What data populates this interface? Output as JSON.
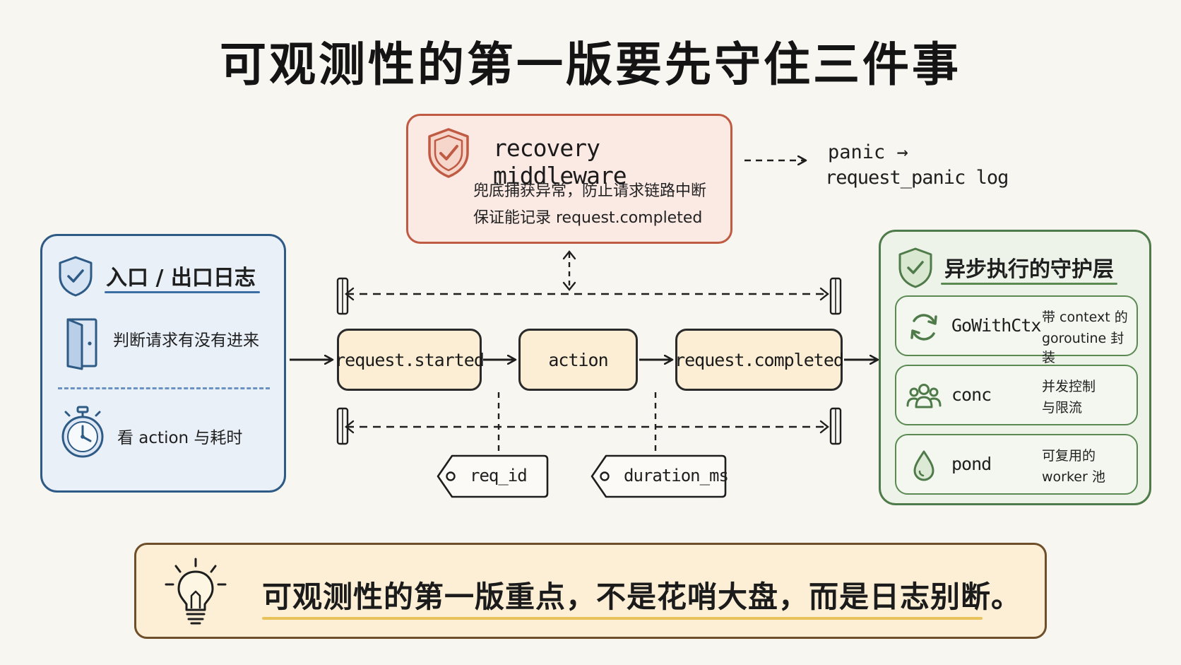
{
  "title": "可观测性的第一版要先守住三件事",
  "recovery": {
    "title": "recovery middleware",
    "line1": "兜底捕获异常，防止请求链路中断",
    "line2": "保证能记录 request.completed",
    "icon": "shield-check-icon"
  },
  "panic_note": {
    "line1": "panic →",
    "line2": "request_panic log"
  },
  "left_panel": {
    "title": "入口 / 出口日志",
    "items": [
      {
        "icon": "door-icon",
        "label": "判断请求有没有进来"
      },
      {
        "icon": "stopwatch-icon",
        "label": "看 action 与耗时"
      }
    ]
  },
  "flow": {
    "nodes": [
      "request.started",
      "action",
      "request.completed"
    ],
    "tags": [
      "req_id",
      "duration_ms"
    ]
  },
  "right_panel": {
    "title": "异步执行的守护层",
    "items": [
      {
        "icon": "refresh-icon",
        "name": "GoWithCtx",
        "desc1": "带 context 的",
        "desc2": "goroutine 封装"
      },
      {
        "icon": "users-icon",
        "name": "conc",
        "desc1": "并发控制",
        "desc2": "与限流"
      },
      {
        "icon": "water-drop-icon",
        "name": "pond",
        "desc1": "可复用的",
        "desc2": "worker 池"
      }
    ]
  },
  "banner": {
    "icon": "lightbulb-icon",
    "text": "可观测性的第一版重点，不是花哨大盘，而是日志别断。"
  },
  "colors": {
    "recovery_border": "#bf5a43",
    "left_border": "#2e5a86",
    "right_border": "#4f7a49",
    "banner_border": "#6e4f2a",
    "node_fill": "#fbeed5"
  }
}
